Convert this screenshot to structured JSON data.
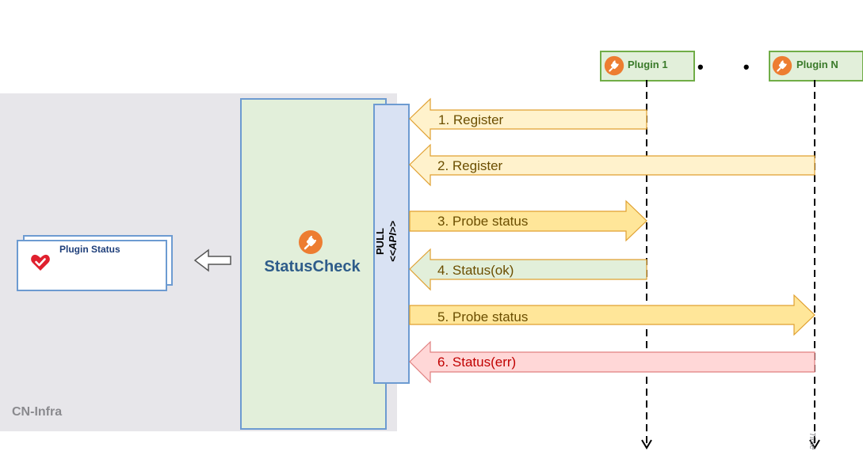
{
  "infra": {
    "label": "CN-Infra"
  },
  "status_check": {
    "title": "StatusCheck",
    "icon": "plug-icon"
  },
  "api": {
    "pull_label": "PULL",
    "api_label": "<<API>>"
  },
  "plugin_status_card": {
    "title": "Plugin Status",
    "icon": "heart-check-icon"
  },
  "plugins": [
    {
      "label": "Plugin 1",
      "icon": "plug-icon"
    },
    {
      "label": "Plugin N",
      "icon": "plug-icon"
    }
  ],
  "ellipsis": "• • •",
  "messages": [
    {
      "label": "1. Register",
      "direction": "left",
      "color": "#fff2cc"
    },
    {
      "label": "2. Register",
      "direction": "left",
      "color": "#fff2cc"
    },
    {
      "label": "3. Probe status",
      "direction": "right",
      "color": "#ffe699"
    },
    {
      "label": "4. Status(ok)",
      "direction": "left",
      "color": "#e2efda"
    },
    {
      "label": "5. Probe status",
      "direction": "right",
      "color": "#ffe699"
    },
    {
      "label": "6. Status(err)",
      "direction": "left",
      "color": "#ffd7d7"
    }
  ],
  "timeline_label": "Time",
  "colors": {
    "accent_orange": "#ed7d31",
    "status_check_fill": "#e2efda",
    "api_fill": "#d9e2f3",
    "border_blue": "#6d9bd1",
    "plugin_border": "#70ad47",
    "error_text": "#c00000",
    "heart": "#e0202e"
  }
}
